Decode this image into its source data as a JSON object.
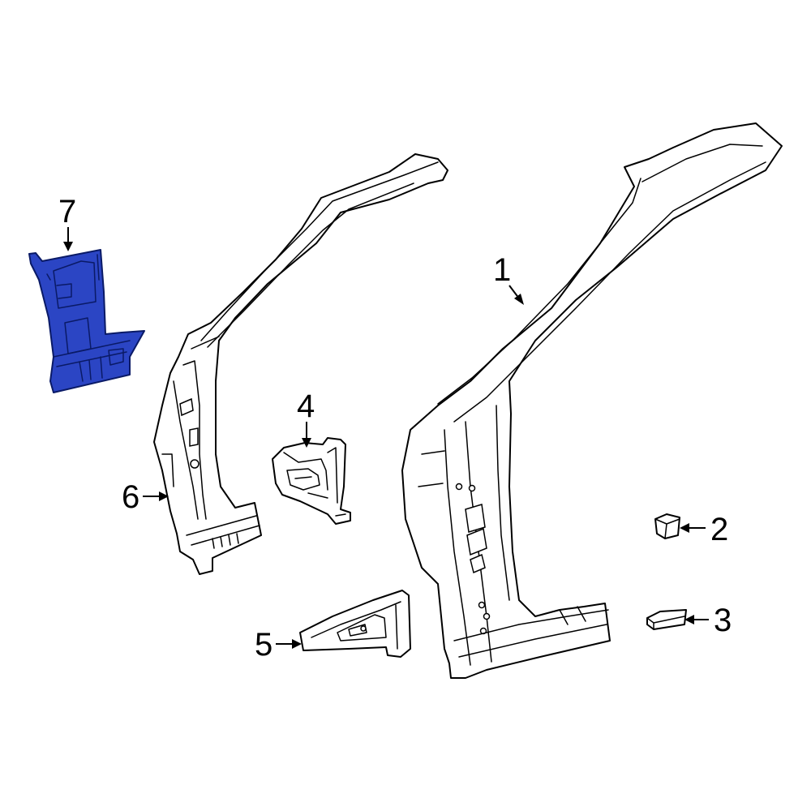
{
  "diagram": {
    "highlight_color": "#2b45c4",
    "line_color": "#000000",
    "background_color": "#ffffff",
    "callouts": [
      {
        "label": "1"
      },
      {
        "label": "2"
      },
      {
        "label": "3"
      },
      {
        "label": "4"
      },
      {
        "label": "5"
      },
      {
        "label": "6"
      },
      {
        "label": "7"
      }
    ]
  }
}
